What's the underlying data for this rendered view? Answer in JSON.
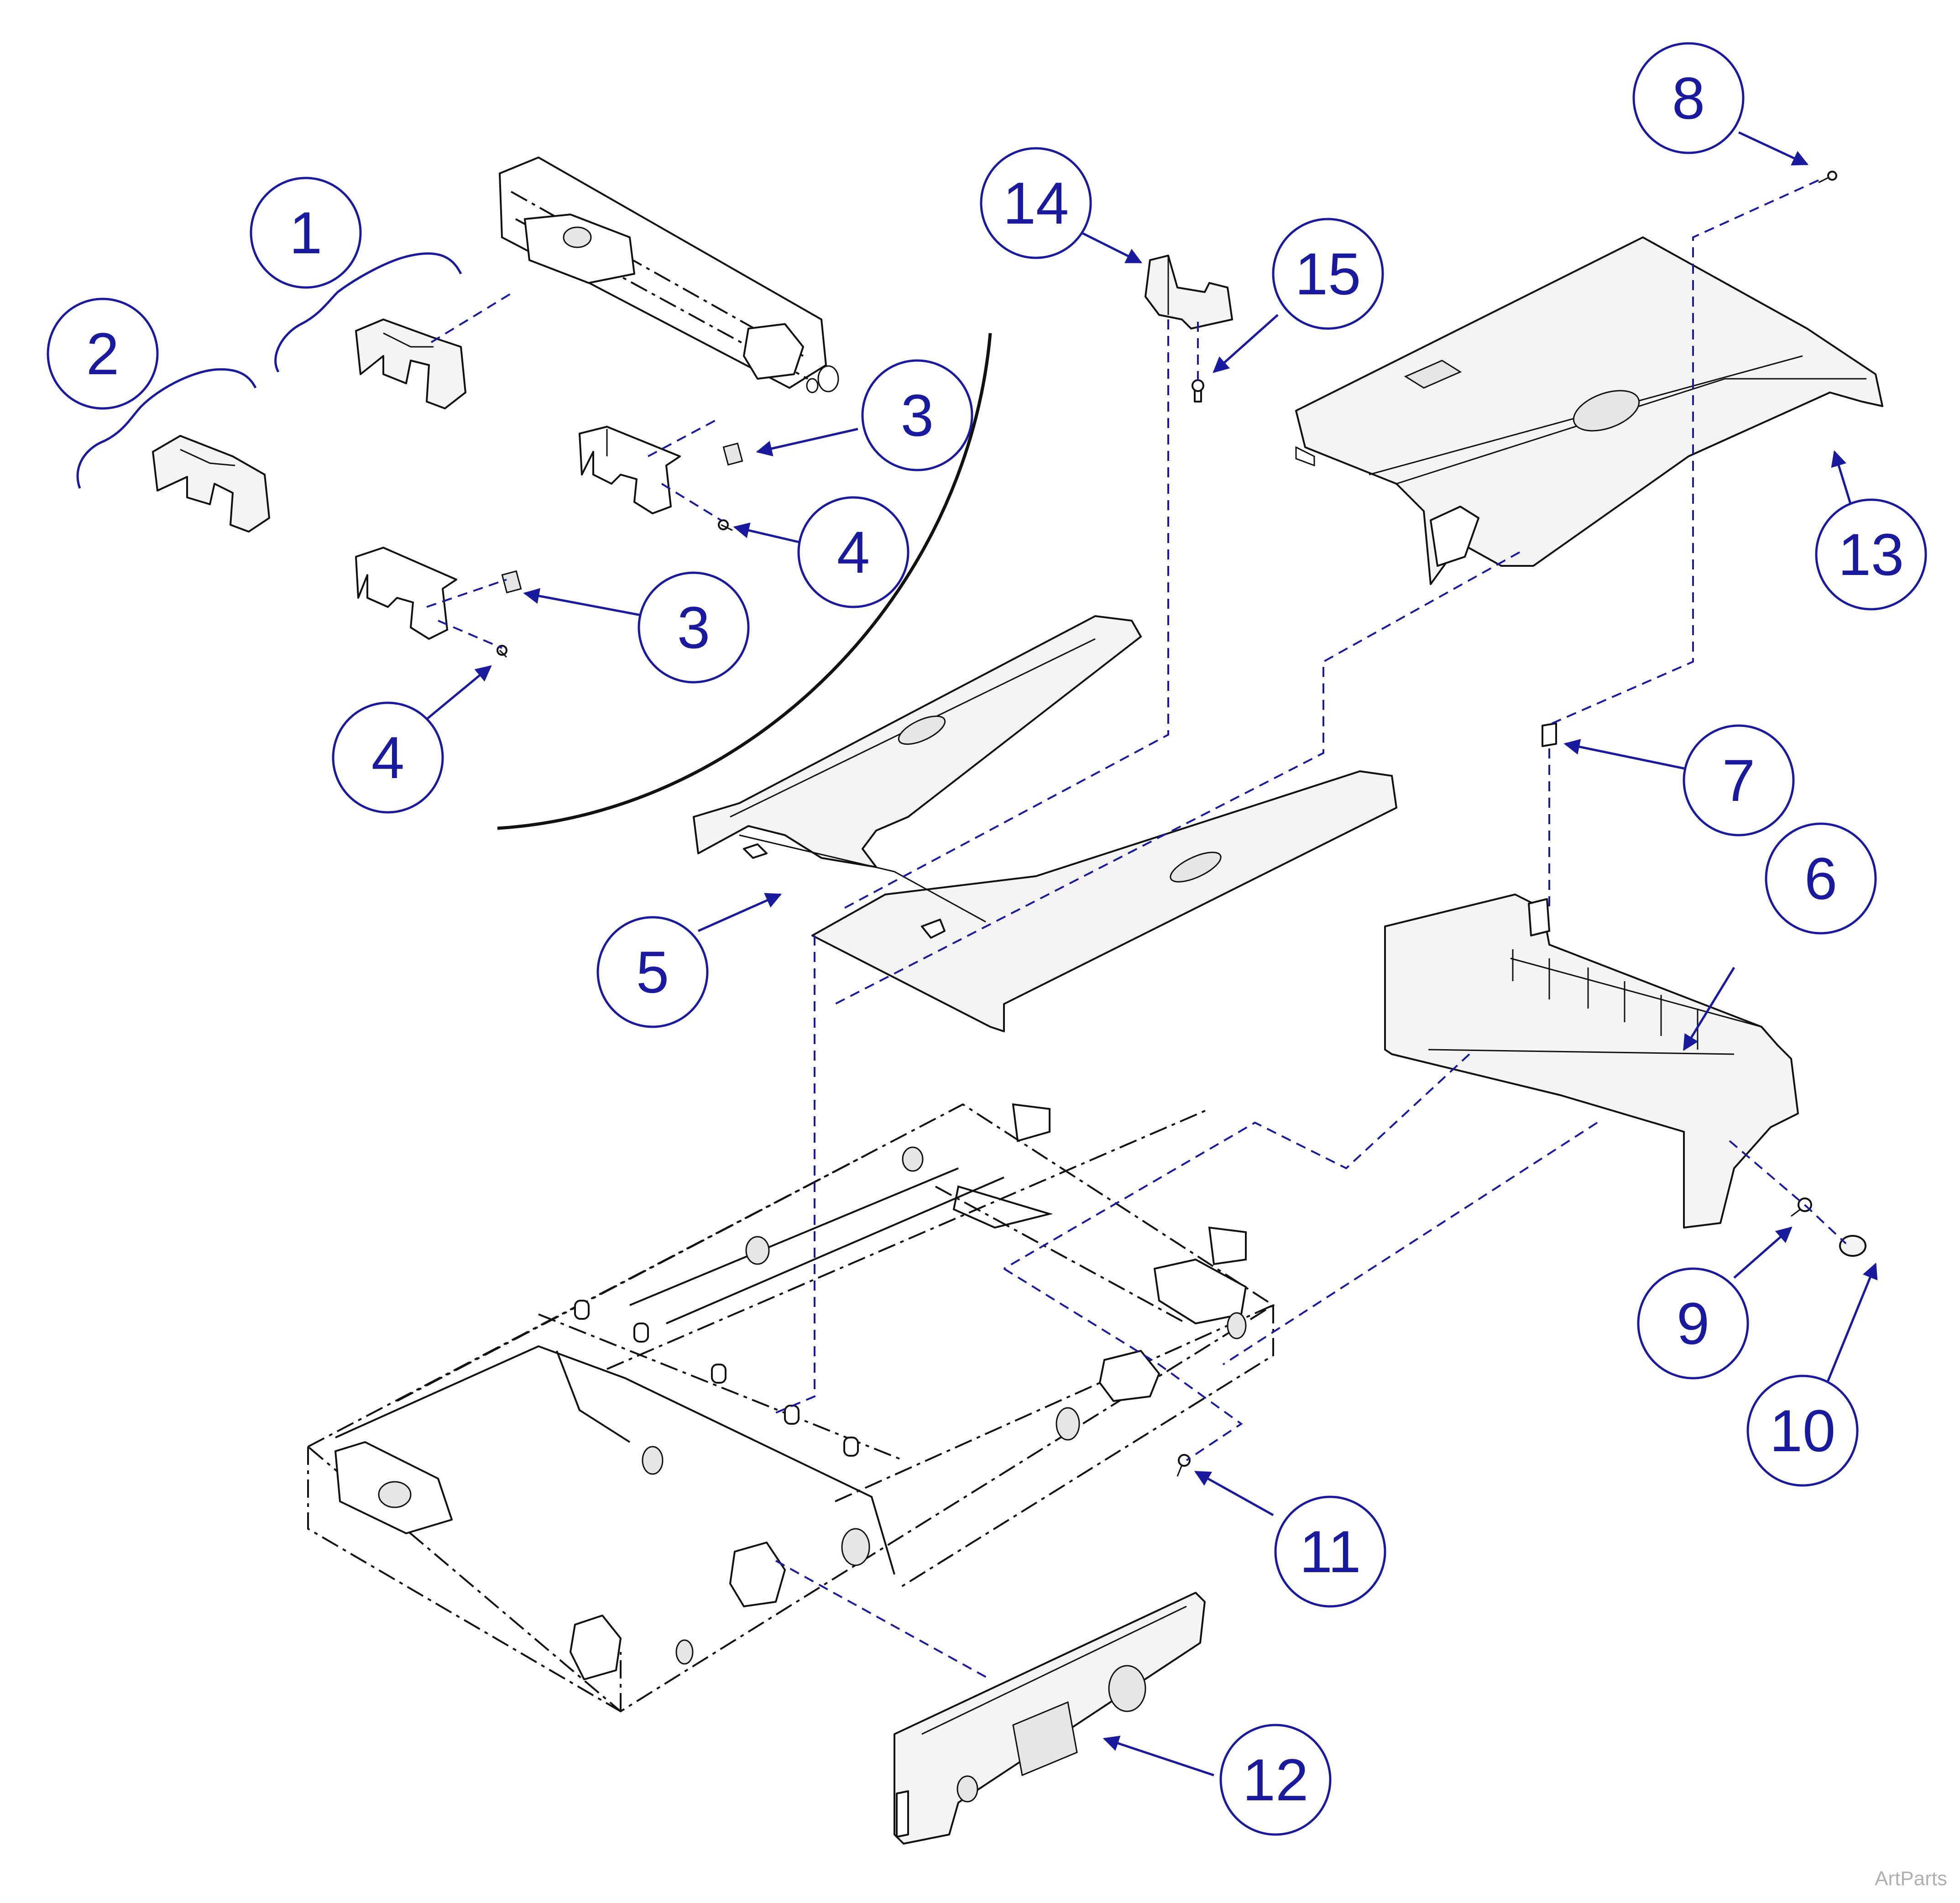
{
  "callouts": [
    {
      "label": "1"
    },
    {
      "label": "2"
    },
    {
      "label": "3"
    },
    {
      "label": "3"
    },
    {
      "label": "4"
    },
    {
      "label": "4"
    },
    {
      "label": "5"
    },
    {
      "label": "6"
    },
    {
      "label": "7"
    },
    {
      "label": "8"
    },
    {
      "label": "9"
    },
    {
      "label": "10"
    },
    {
      "label": "11"
    },
    {
      "label": "12"
    },
    {
      "label": "13"
    },
    {
      "label": "14"
    },
    {
      "label": "15"
    }
  ],
  "watermark": "ArtParts",
  "colors": {
    "callout": "#1a1a9e",
    "line": "#111111"
  }
}
